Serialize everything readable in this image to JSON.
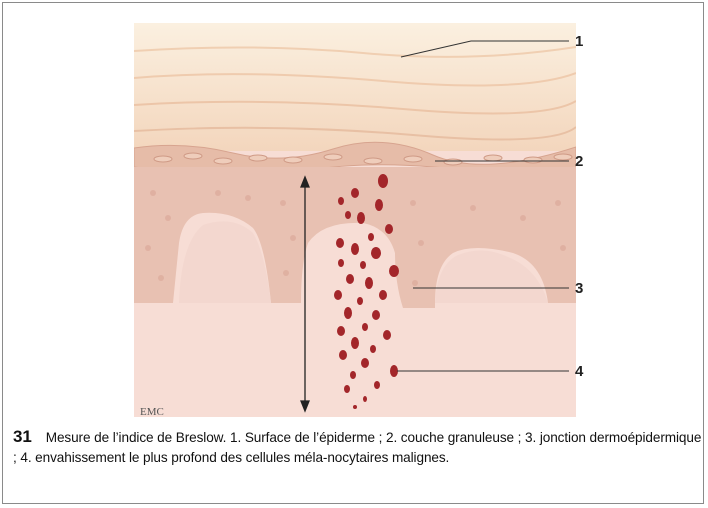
{
  "figure": {
    "labels": [
      "1",
      "2",
      "3",
      "4"
    ],
    "watermark": "EMC"
  },
  "caption": {
    "number": "31",
    "text": "Mesure de l’indice de Breslow. 1. Surface de l’épiderme ; 2. couche granuleuse ; 3. jonction dermoépidermique ; 4. envahissement le plus profond des cellules méla-nocytaires malignes."
  },
  "colors": {
    "surface": "#f5dcc2",
    "granular": "#eac7ad",
    "epidermis": "#e9c2b3",
    "dermis": "#f5d9d2",
    "cells": "#a3262a"
  }
}
